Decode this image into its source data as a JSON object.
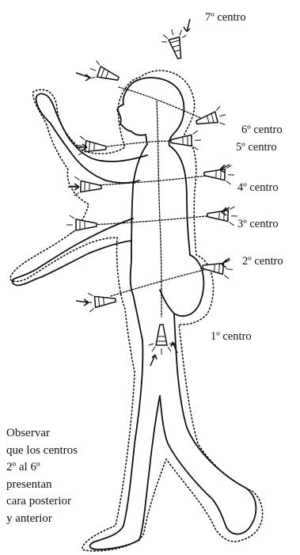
{
  "labels": {
    "c7": "7º centro",
    "c6": "6º centro",
    "c5": "5º centro",
    "c4": "4º centro",
    "c3": "3º centro",
    "c2": "2º centro",
    "c1": "1º centro"
  },
  "note": [
    "Observar",
    "que los centros",
    "2º al 6º",
    "presentan",
    "cara posterior",
    "y anterior"
  ],
  "colors": {
    "ink": "#111111",
    "paper": "#ffffff"
  }
}
